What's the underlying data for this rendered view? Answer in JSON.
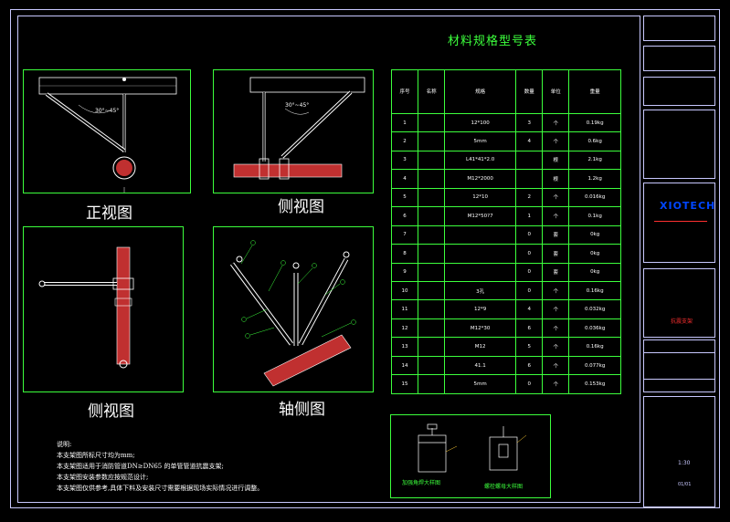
{
  "table_title": "材料规格型号表",
  "views": {
    "front": "正视图",
    "side1": "侧视图",
    "side2": "侧视图",
    "axial": "轴侧图"
  },
  "table": {
    "headers": [
      "序号",
      "名称",
      "规格",
      "数量",
      "单位",
      "重量"
    ],
    "rows": [
      [
        "1",
        "",
        "12*100",
        "3",
        "个",
        "0.19kg"
      ],
      [
        "2",
        "",
        "5mm",
        "4",
        "个",
        "0.6kg"
      ],
      [
        "3",
        "",
        "L41*41*2.0",
        "",
        "根",
        "2.1kg"
      ],
      [
        "4",
        "",
        "M12*2000",
        "",
        "根",
        "1.2kg"
      ],
      [
        "5",
        "",
        "12*10",
        "2",
        "个",
        "0.016kg"
      ],
      [
        "6",
        "",
        "M12*50?7",
        "1",
        "个",
        "0.1kg"
      ],
      [
        "7",
        "",
        "",
        "0",
        "套",
        "0kg"
      ],
      [
        "8",
        "",
        "",
        "0",
        "套",
        "0kg"
      ],
      [
        "9",
        "",
        "",
        "0",
        "套",
        "0kg"
      ],
      [
        "10",
        "",
        "3孔",
        "0",
        "个",
        "0.16kg"
      ],
      [
        "11",
        "",
        "12*9",
        "4",
        "个",
        "0.032kg"
      ],
      [
        "12",
        "",
        "M12*30",
        "6",
        "个",
        "0.036kg"
      ],
      [
        "13",
        "",
        "M12",
        "5",
        "个",
        "0.16kg"
      ],
      [
        "14",
        "",
        "41.1",
        "6",
        "个",
        "0.077kg"
      ],
      [
        "15",
        "",
        "5mm",
        "0",
        "个",
        "0.153kg"
      ]
    ]
  },
  "front_angle_label": "30°~45°",
  "side_angle_label": "30°~45°",
  "notes_heading": "说明:",
  "notes": [
    "本支架图所标尺寸均为mm;",
    "本支架图适用于消防管道DN≥DN65 的单管管道抗震支架;",
    "本支架图安装参数应按规范设计;",
    "本支架图仅供参考,具体下料及安装尺寸需要根据现场实际情况进行调整。"
  ],
  "detail_labels": [
    "加强角焊大样图",
    "螺栓螺母大样图"
  ],
  "title_block": {
    "logo": "XIOTECH",
    "drawing_title": "抗震支架",
    "scale": "1:30",
    "sheet": "01/01"
  },
  "colors": {
    "frame": "#c8c8ff",
    "green": "#3cff3c",
    "red": "#ff3030",
    "logo": "#0046ff",
    "pipe": "#c03030"
  }
}
